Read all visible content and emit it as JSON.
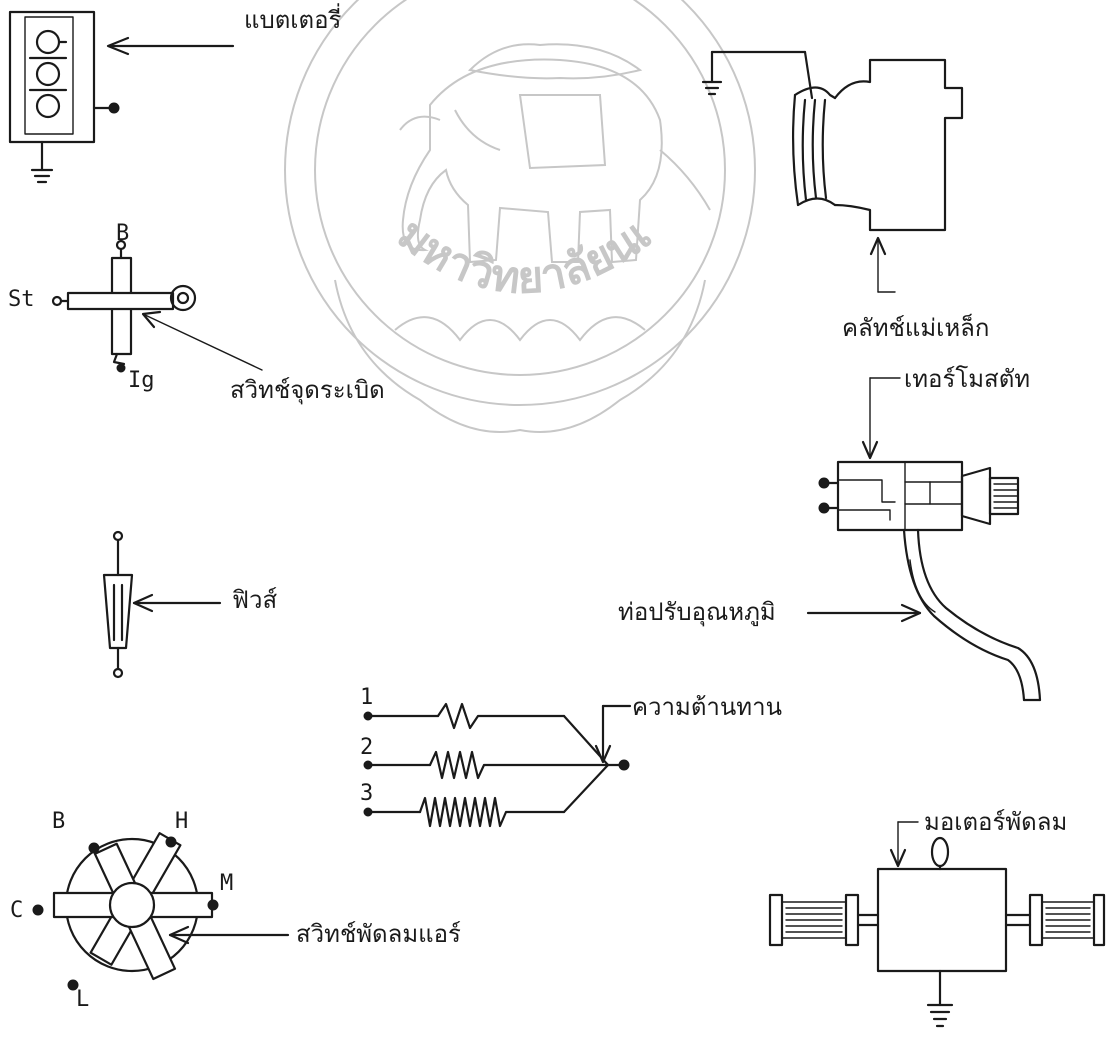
{
  "labels": {
    "battery": "แบตเตอรี่",
    "ignition_switch": "สวิทช์จุดระเบิด",
    "fuse": "ฟิวส์",
    "resistor": "ความต้านทาน",
    "fan_switch": "สวิทช์พัดลมแอร์",
    "magnetic_clutch": "คลัทช์แม่เหล็ก",
    "thermostat": "เทอร์โมสตัท",
    "temp_tube": "ท่อปรับอุณหภูมิ",
    "fan_motor": "มอเตอร์พัดลม"
  },
  "ignition_terminals": {
    "b": "B",
    "st": "St",
    "ig": "Ig"
  },
  "fan_switch_terminals": {
    "b": "B",
    "h": "H",
    "m": "M",
    "c": "C",
    "l": "L"
  },
  "resistor_terminals": {
    "t1": "1",
    "t2": "2",
    "t3": "3"
  },
  "watermark": {
    "text": "มหาวิทยาลัยนเรศวร"
  }
}
